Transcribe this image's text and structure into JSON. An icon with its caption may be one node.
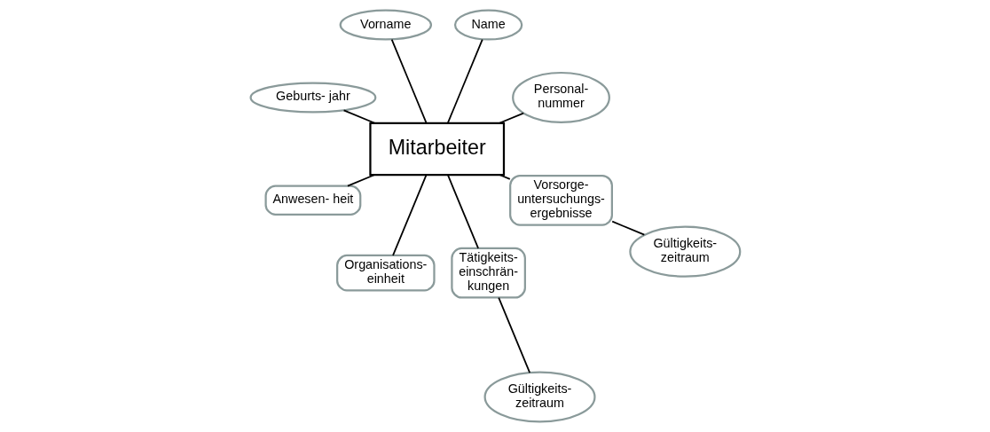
{
  "diagram": {
    "nodes": [
      {
        "text": [
          "Mitarbeiter"
        ]
      },
      {
        "text": [
          "Personal- nummer"
        ]
      },
      {
        "text": [
          "Name"
        ]
      },
      {
        "text": [
          "Vorname"
        ]
      },
      {
        "text": [
          "Geburts- jahr"
        ]
      },
      {
        "text": [
          "Anwesen- heit"
        ]
      },
      {
        "text": [
          "Organisations- einheit"
        ]
      },
      {
        "text": [
          "Gültigkeits- zeitraum"
        ]
      },
      {
        "text": [
          "Tätigkeits- einschrän- kungen"
        ]
      },
      {
        "text": [
          "Gültigkeits- zeitraum"
        ]
      },
      {
        "text": [
          "Vorsorge- untersuchungs- ergebnisse"
        ]
      }
    ],
    "edges": [
      {
        "from": 0,
        "to": 1,
        "arrow": "none"
      },
      {
        "from": 0,
        "to": 2,
        "arrow": "none"
      },
      {
        "from": 0,
        "to": 3,
        "arrow": "none"
      },
      {
        "from": 0,
        "to": 4,
        "arrow": "none"
      },
      {
        "from": 0,
        "to": 5,
        "arrow": "none"
      },
      {
        "from": 0,
        "to": 6,
        "arrow": "none"
      },
      {
        "from": 0,
        "to": 8,
        "arrow": "none"
      },
      {
        "from": 8,
        "to": 7,
        "arrow": "none"
      },
      {
        "from": 0,
        "to": 10,
        "arrow": "none"
      },
      {
        "from": 10,
        "to": 9,
        "arrow": "none"
      }
    ]
  }
}
